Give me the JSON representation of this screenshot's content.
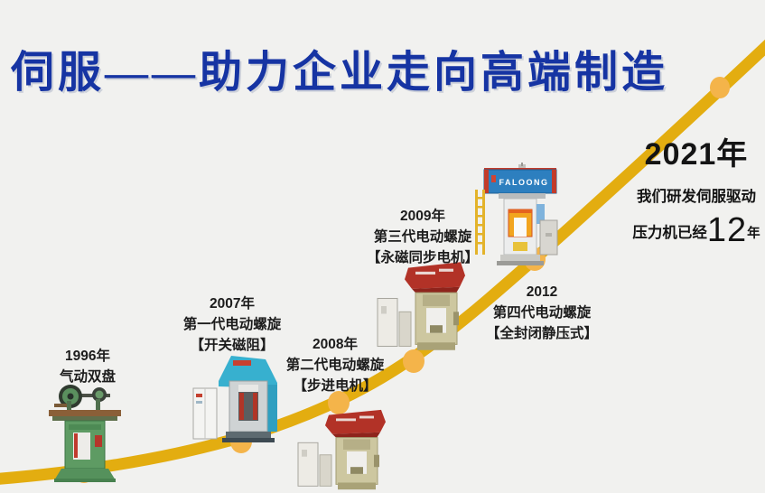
{
  "title": "伺服——助力企业走向高端制造",
  "colors": {
    "background": "#f1f1ef",
    "title_blue": "#1634a3",
    "curve_gold": "#e3ad10",
    "dot_orange": "#f4b44a"
  },
  "milestones": [
    {
      "id": "1996",
      "year": "1996年",
      "lines": [
        "气动双盘"
      ]
    },
    {
      "id": "2007",
      "year": "2007年",
      "lines": [
        "第一代电动螺旋",
        "【开关磁阻】"
      ]
    },
    {
      "id": "2008",
      "year": "2008年",
      "lines": [
        "第二代电动螺旋",
        "【步进电机】"
      ]
    },
    {
      "id": "2009",
      "year": "2009年",
      "lines": [
        "第三代电动螺旋",
        "【永磁同步电机】"
      ]
    },
    {
      "id": "2012",
      "year": "2012",
      "lines": [
        "第四代电动螺旋",
        "【全封闭静压式】"
      ]
    }
  ],
  "highlight_2021": {
    "year": "2021年",
    "line1": "我们研发伺服驱动",
    "line2_prefix": "压力机已经",
    "line2_number": "12",
    "line2_suffix": "年"
  },
  "machine_brand": "FALOONG"
}
